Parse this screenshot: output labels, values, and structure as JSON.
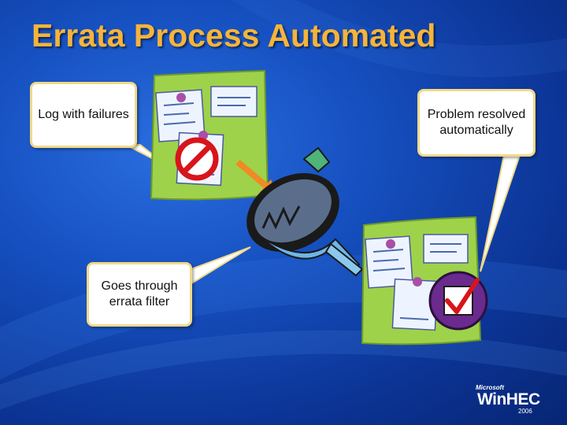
{
  "slide": {
    "title": "Errata Process Automated"
  },
  "callouts": {
    "log_with_failures": "Log with failures",
    "problem_resolved": "Problem resolved automatically",
    "goes_through_filter": "Goes through errata filter"
  },
  "logo": {
    "brand_small": "Microsoft",
    "brand_main": "WinHEC",
    "year": "2006"
  },
  "icons": {
    "failure": "prohibited-icon",
    "success": "checkmark-icon",
    "filter": "funnel-icon",
    "arrow": "arrow-icon"
  },
  "colors": {
    "title": "#f5b43a",
    "background": "#1650c0",
    "callout_border": "#f1d98a",
    "note_panel": "#9ed24a",
    "prohibit_red": "#d8151b",
    "check_purple": "#6a2a8e",
    "arrow_orange": "#f08a24"
  }
}
